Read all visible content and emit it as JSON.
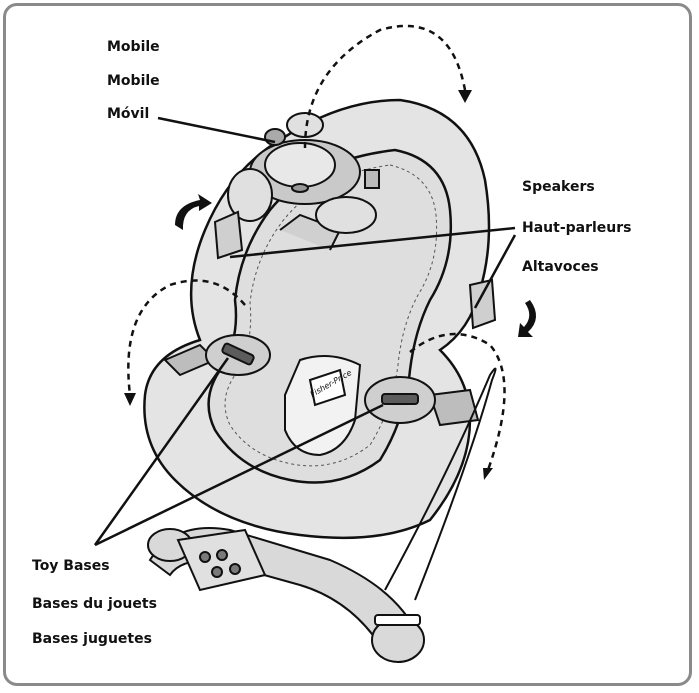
{
  "mobile_labels": [
    "Mobile",
    "Mobile",
    "Móvil"
  ],
  "speaker_labels": [
    "Speakers",
    "Haut-parleurs",
    "Altavoces"
  ],
  "toy_base_labels": [
    "Toy Bases",
    "Bases du jouets",
    "Bases juguetes"
  ],
  "brand_mark": "Fisher-Price",
  "colors": {
    "frame": "#8a8a8a",
    "fill_light": "#e6e6e6",
    "fill_mid": "#bdbdbd",
    "fill_dark": "#5c5c5c",
    "ink": "#111111"
  }
}
